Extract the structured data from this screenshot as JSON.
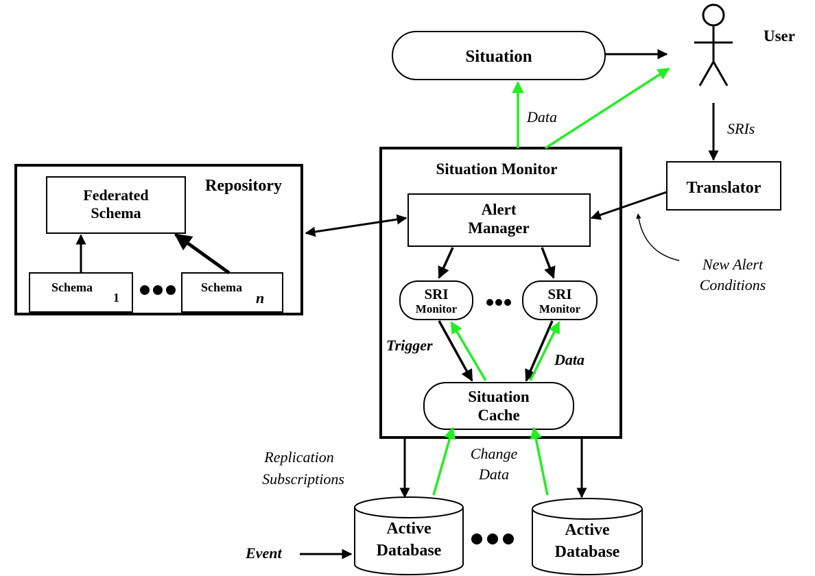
{
  "colors": {
    "ink": "#000000",
    "data_flow": "#22ee22",
    "background": "#ffffff"
  },
  "labels": {
    "user": "User",
    "situation": "Situation",
    "data_top": "Data",
    "sris": "SRIs",
    "situation_monitor": "Situation Monitor",
    "translator": "Translator",
    "repository": "Repository",
    "federated_schema": [
      "Federated",
      "Schema"
    ],
    "schema_1": "Schema",
    "schema_1_sub": "1",
    "schema_n": "Schema",
    "schema_n_sub": "n",
    "alert_manager": [
      "Alert",
      "Manager"
    ],
    "sri_monitor": [
      "SRI",
      "Monitor"
    ],
    "new_alert_conditions": [
      "New Alert",
      "Conditions"
    ],
    "trigger": "Trigger",
    "data_right": "Data",
    "situation_cache": [
      "Situation",
      "Cache"
    ],
    "replication_subscriptions": [
      "Replication",
      "Subscriptions"
    ],
    "change_data": [
      "Change",
      "Data"
    ],
    "active_database": [
      "Active",
      "Database"
    ],
    "event": "Event"
  },
  "icons": [
    "user-stick-figure-icon",
    "ellipsis-dots-icon",
    "database-cylinder-icon"
  ]
}
